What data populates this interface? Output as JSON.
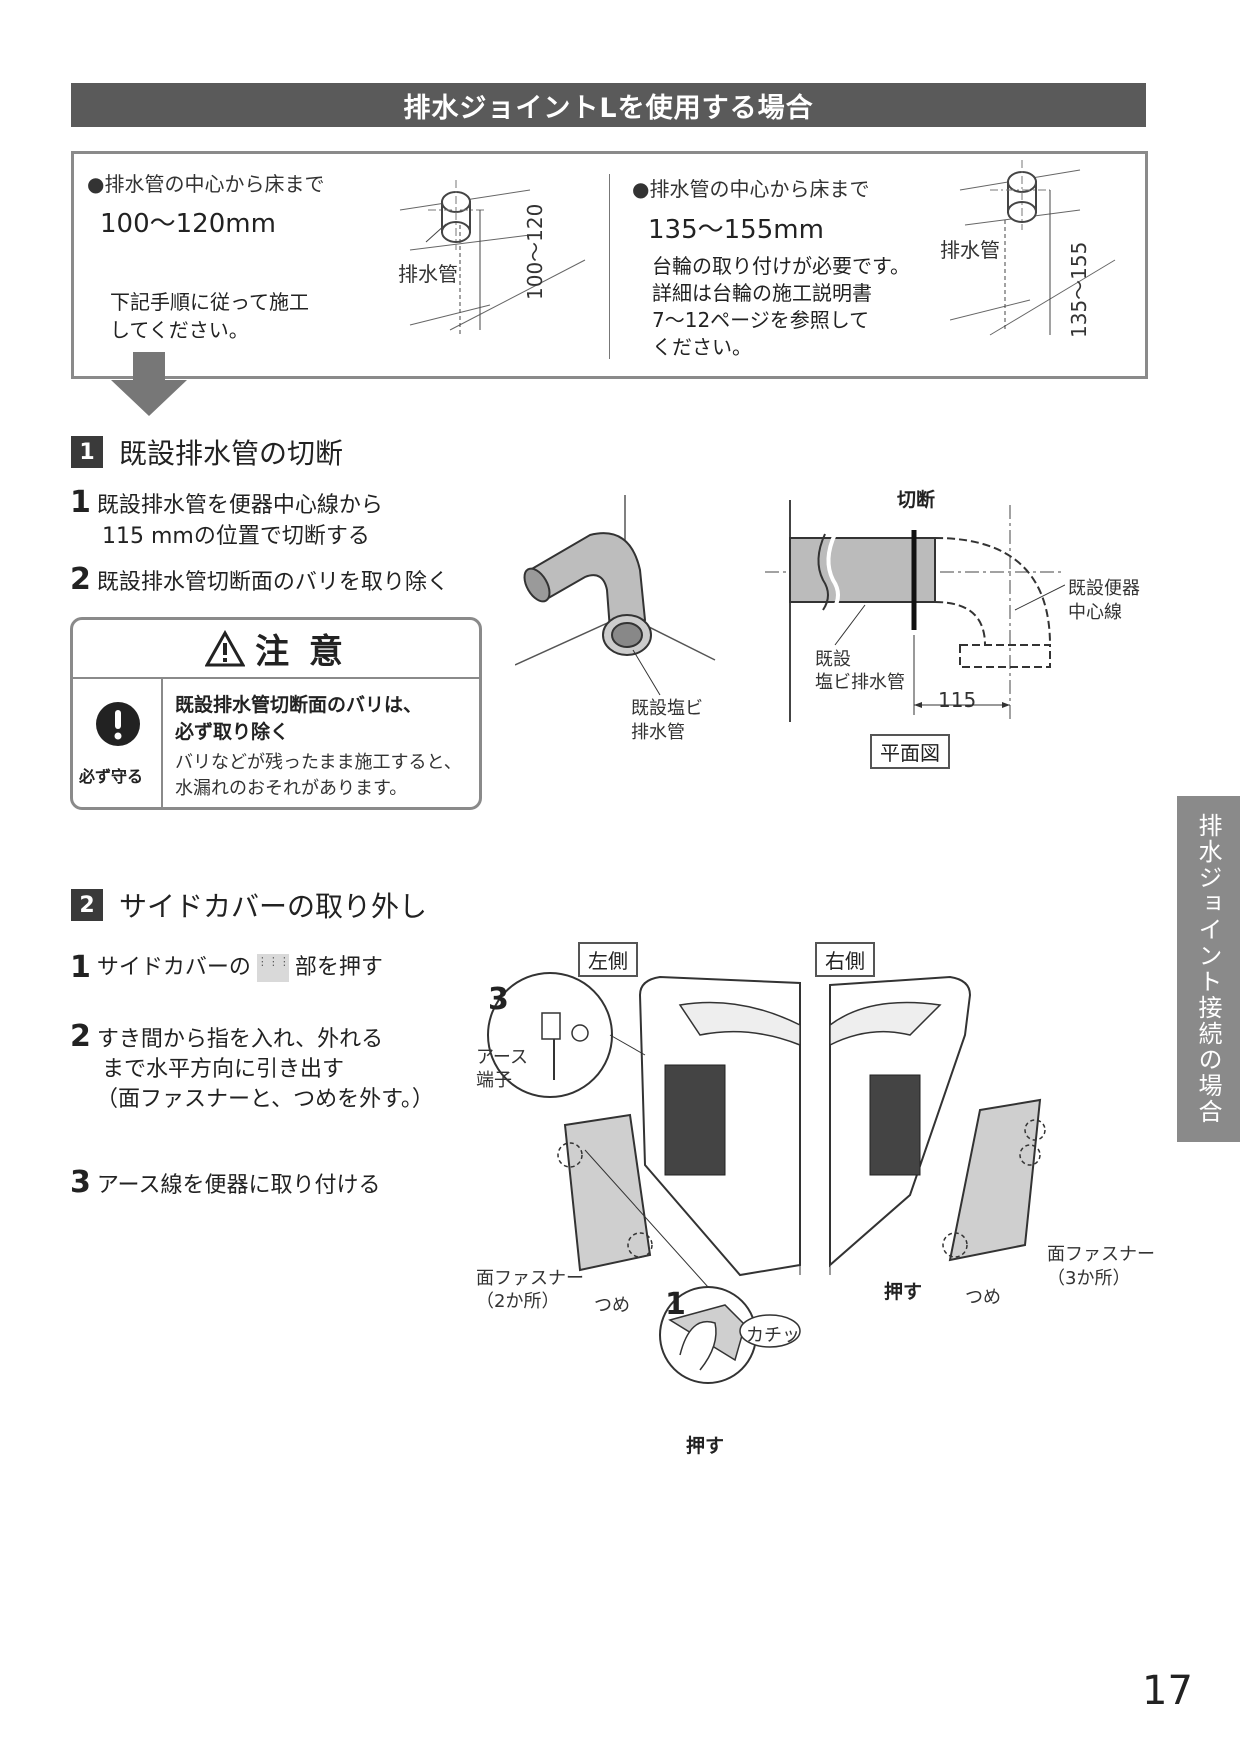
{
  "header": {
    "title": "排水ジョイントLを使用する場合"
  },
  "info": {
    "left": {
      "bullet": "●排水管の中心から床まで",
      "range": "100〜120mm",
      "note_line1": "下記手順に従って施工",
      "note_line2": "してください。",
      "pipe_label": "排水管",
      "dim": "100〜120"
    },
    "right": {
      "bullet": "●排水管の中心から床まで",
      "range": "135〜155mm",
      "note_line1": "台輪の取り付けが必要です。",
      "note_line2": "詳細は台輪の施工説明書",
      "note_line3": "7〜12ページを参照して",
      "note_line4": "ください。",
      "pipe_label": "排水管",
      "dim": "135〜155"
    }
  },
  "section1": {
    "number": "1",
    "title": "既設排水管の切断",
    "steps": [
      {
        "n": "1",
        "line1": "既設排水管を便器中心線から",
        "line2": "115 mmの位置で切断する"
      },
      {
        "n": "2",
        "line1": "既設排水管切断面のバリを取り除く"
      }
    ],
    "caution": {
      "title": "注 意",
      "icon_label": "必ず守る",
      "bold1": "既設排水管切断面のバリは、",
      "bold2": "必ず取り除く",
      "text1": "バリなどが残ったまま施工すると、",
      "text2": "水漏れのおそれがあります。"
    },
    "diagram": {
      "pipe_label1": "既設塩ビ",
      "pipe_label2": "排水管",
      "cut_label": "切断",
      "center_label1": "既設便器",
      "center_label2": "中心線",
      "existing_label1": "既設",
      "existing_label2": "塩ビ排水管",
      "dim": "115",
      "view_label": "平面図"
    }
  },
  "section2": {
    "number": "2",
    "title": "サイドカバーの取り外し",
    "steps": [
      {
        "n": "1",
        "pre": "サイドカバーの",
        "post": "部を押す"
      },
      {
        "n": "2",
        "line1": "すき間から指を入れ、外れる",
        "line2": "まで水平方向に引き出す",
        "line3": "（面ファスナーと、つめを外す。）"
      },
      {
        "n": "3",
        "line1": "アース線を便器に取り付ける"
      }
    ],
    "diagram": {
      "left_label": "左側",
      "right_label": "右側",
      "callout3": "3",
      "earth1": "アース",
      "earth2": "端子",
      "fastener_left1": "面ファスナー",
      "fastener_left2": "（2か所）",
      "tsume_left": "つめ",
      "callout1": "1",
      "click_text": "カチッ",
      "push_bottom": "押す",
      "push_right": "押す",
      "tsume_right": "つめ",
      "fastener_right1": "面ファスナー",
      "fastener_right2": "（3か所）"
    }
  },
  "side_tab": {
    "text": "排水ジョイント接続の場合"
  },
  "page_number": "17"
}
